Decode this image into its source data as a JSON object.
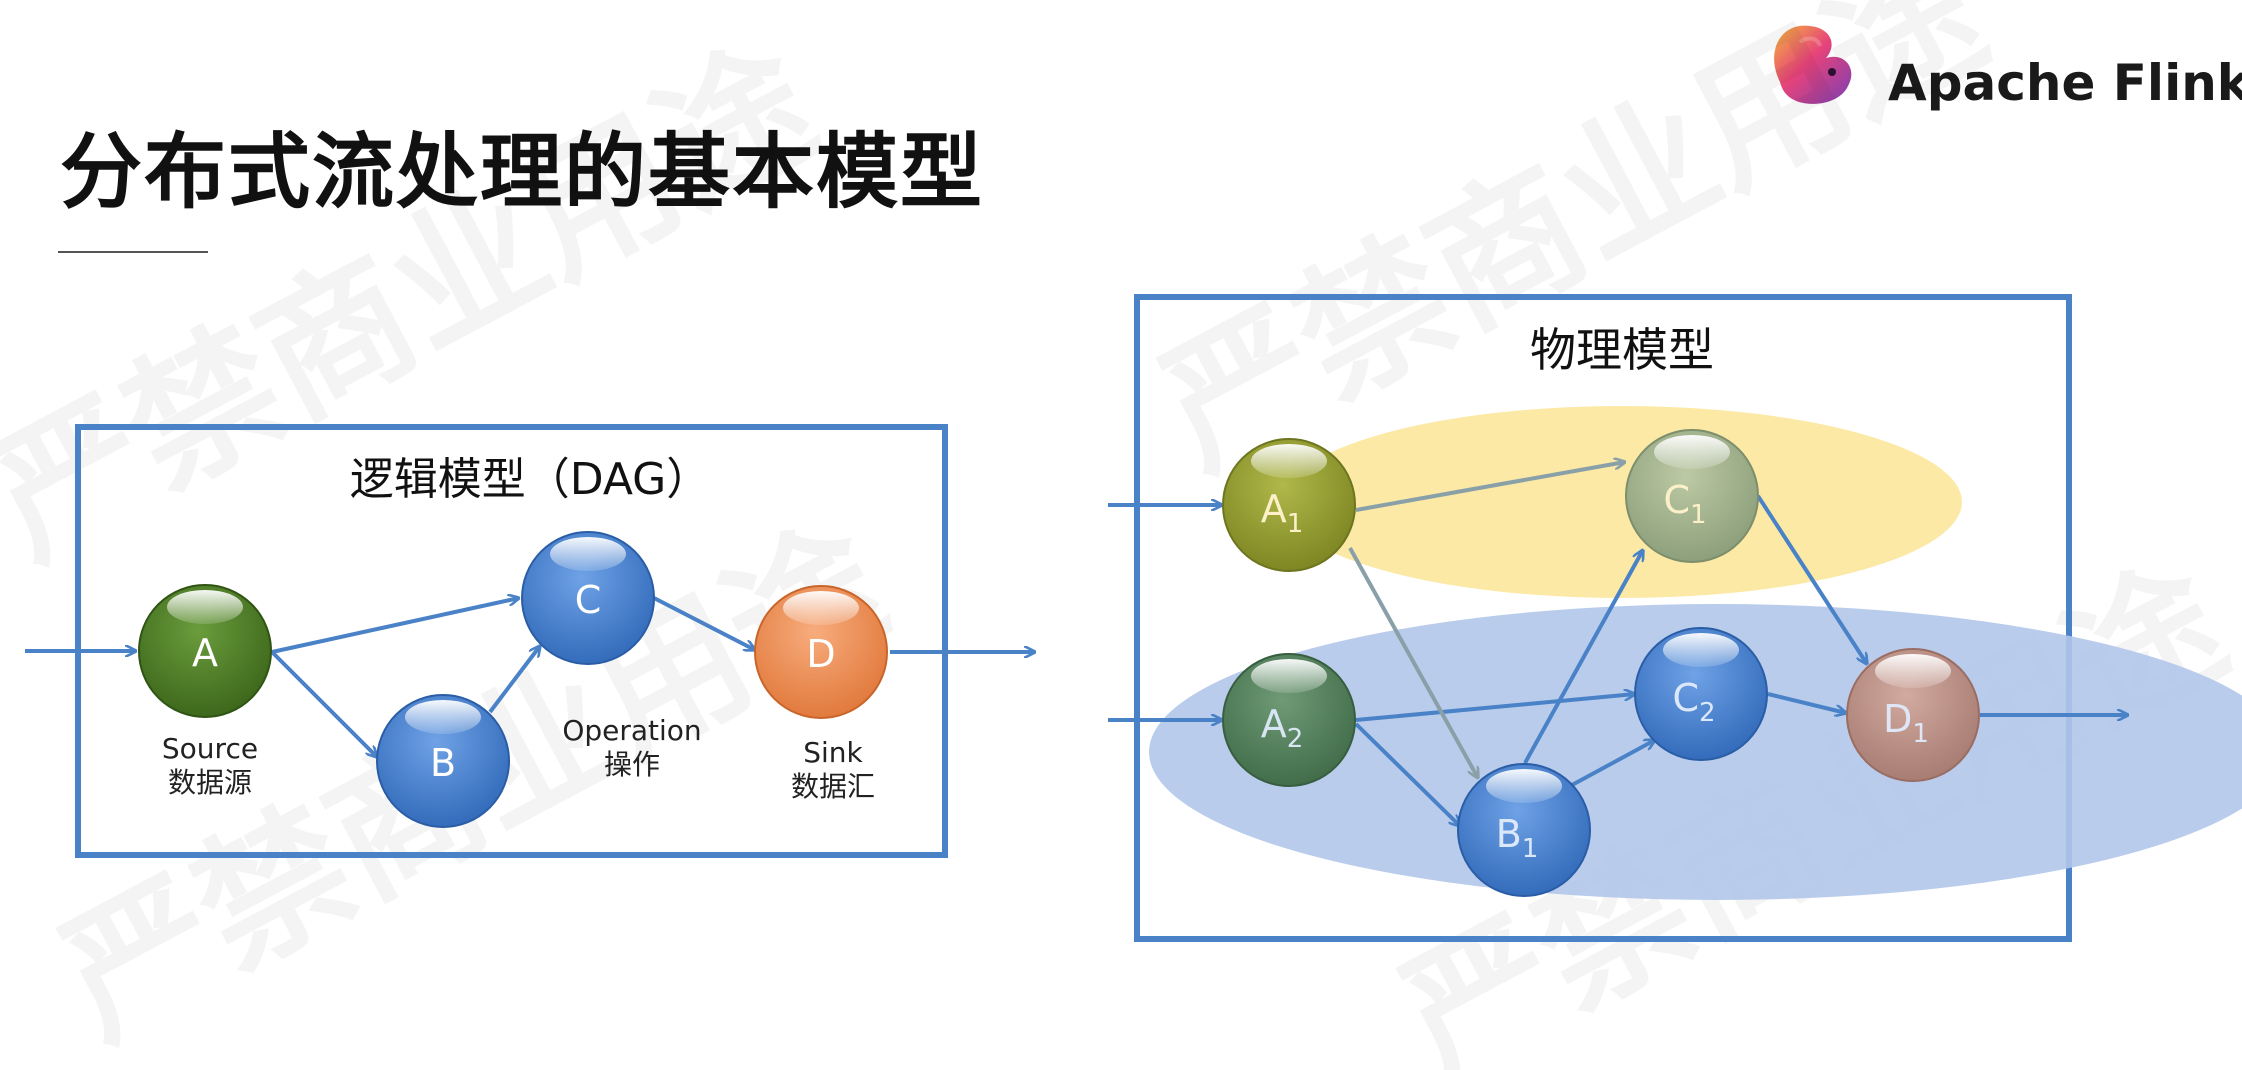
{
  "slide": {
    "title": "分布式流处理的基本模型",
    "brand": {
      "name": "Apache Flink",
      "logo_icon": "flink-squirrel-logo"
    },
    "watermark": "严禁商业用途"
  },
  "logical_model": {
    "title": "逻辑模型（DAG）",
    "nodes": [
      {
        "id": "A",
        "label": "A",
        "color": "#4c7a27"
      },
      {
        "id": "B",
        "label": "B",
        "color": "#3f7fd0"
      },
      {
        "id": "C",
        "label": "C",
        "color": "#3f7fd0"
      },
      {
        "id": "D",
        "label": "D",
        "color": "#ee8f5a"
      }
    ],
    "captions": {
      "source_en": "Source",
      "source_zh": "数据源",
      "operation_en": "Operation",
      "operation_zh": "操作",
      "sink_en": "Sink",
      "sink_zh": "数据汇"
    }
  },
  "physical_model": {
    "title": "物理模型",
    "nodes": [
      {
        "id": "A1",
        "letter": "A",
        "sub": "1",
        "color": "#8f9a2e"
      },
      {
        "id": "A2",
        "letter": "A",
        "sub": "2",
        "color": "#4f7a58"
      },
      {
        "id": "B1",
        "letter": "B",
        "sub": "1",
        "color": "#4a80d3"
      },
      {
        "id": "C1",
        "letter": "C",
        "sub": "1",
        "color": "#9fb08a"
      },
      {
        "id": "C2",
        "letter": "C",
        "sub": "2",
        "color": "#4a80d3"
      },
      {
        "id": "D1",
        "letter": "D",
        "sub": "1",
        "color": "#b58a80"
      }
    ],
    "highlight_colors": {
      "top": "#fbe79b",
      "bottom": "#b3c6ea"
    }
  },
  "colors": {
    "frame": "#4a82c8",
    "arrow": "#4a82c8",
    "accent_text": "#ffffff"
  }
}
